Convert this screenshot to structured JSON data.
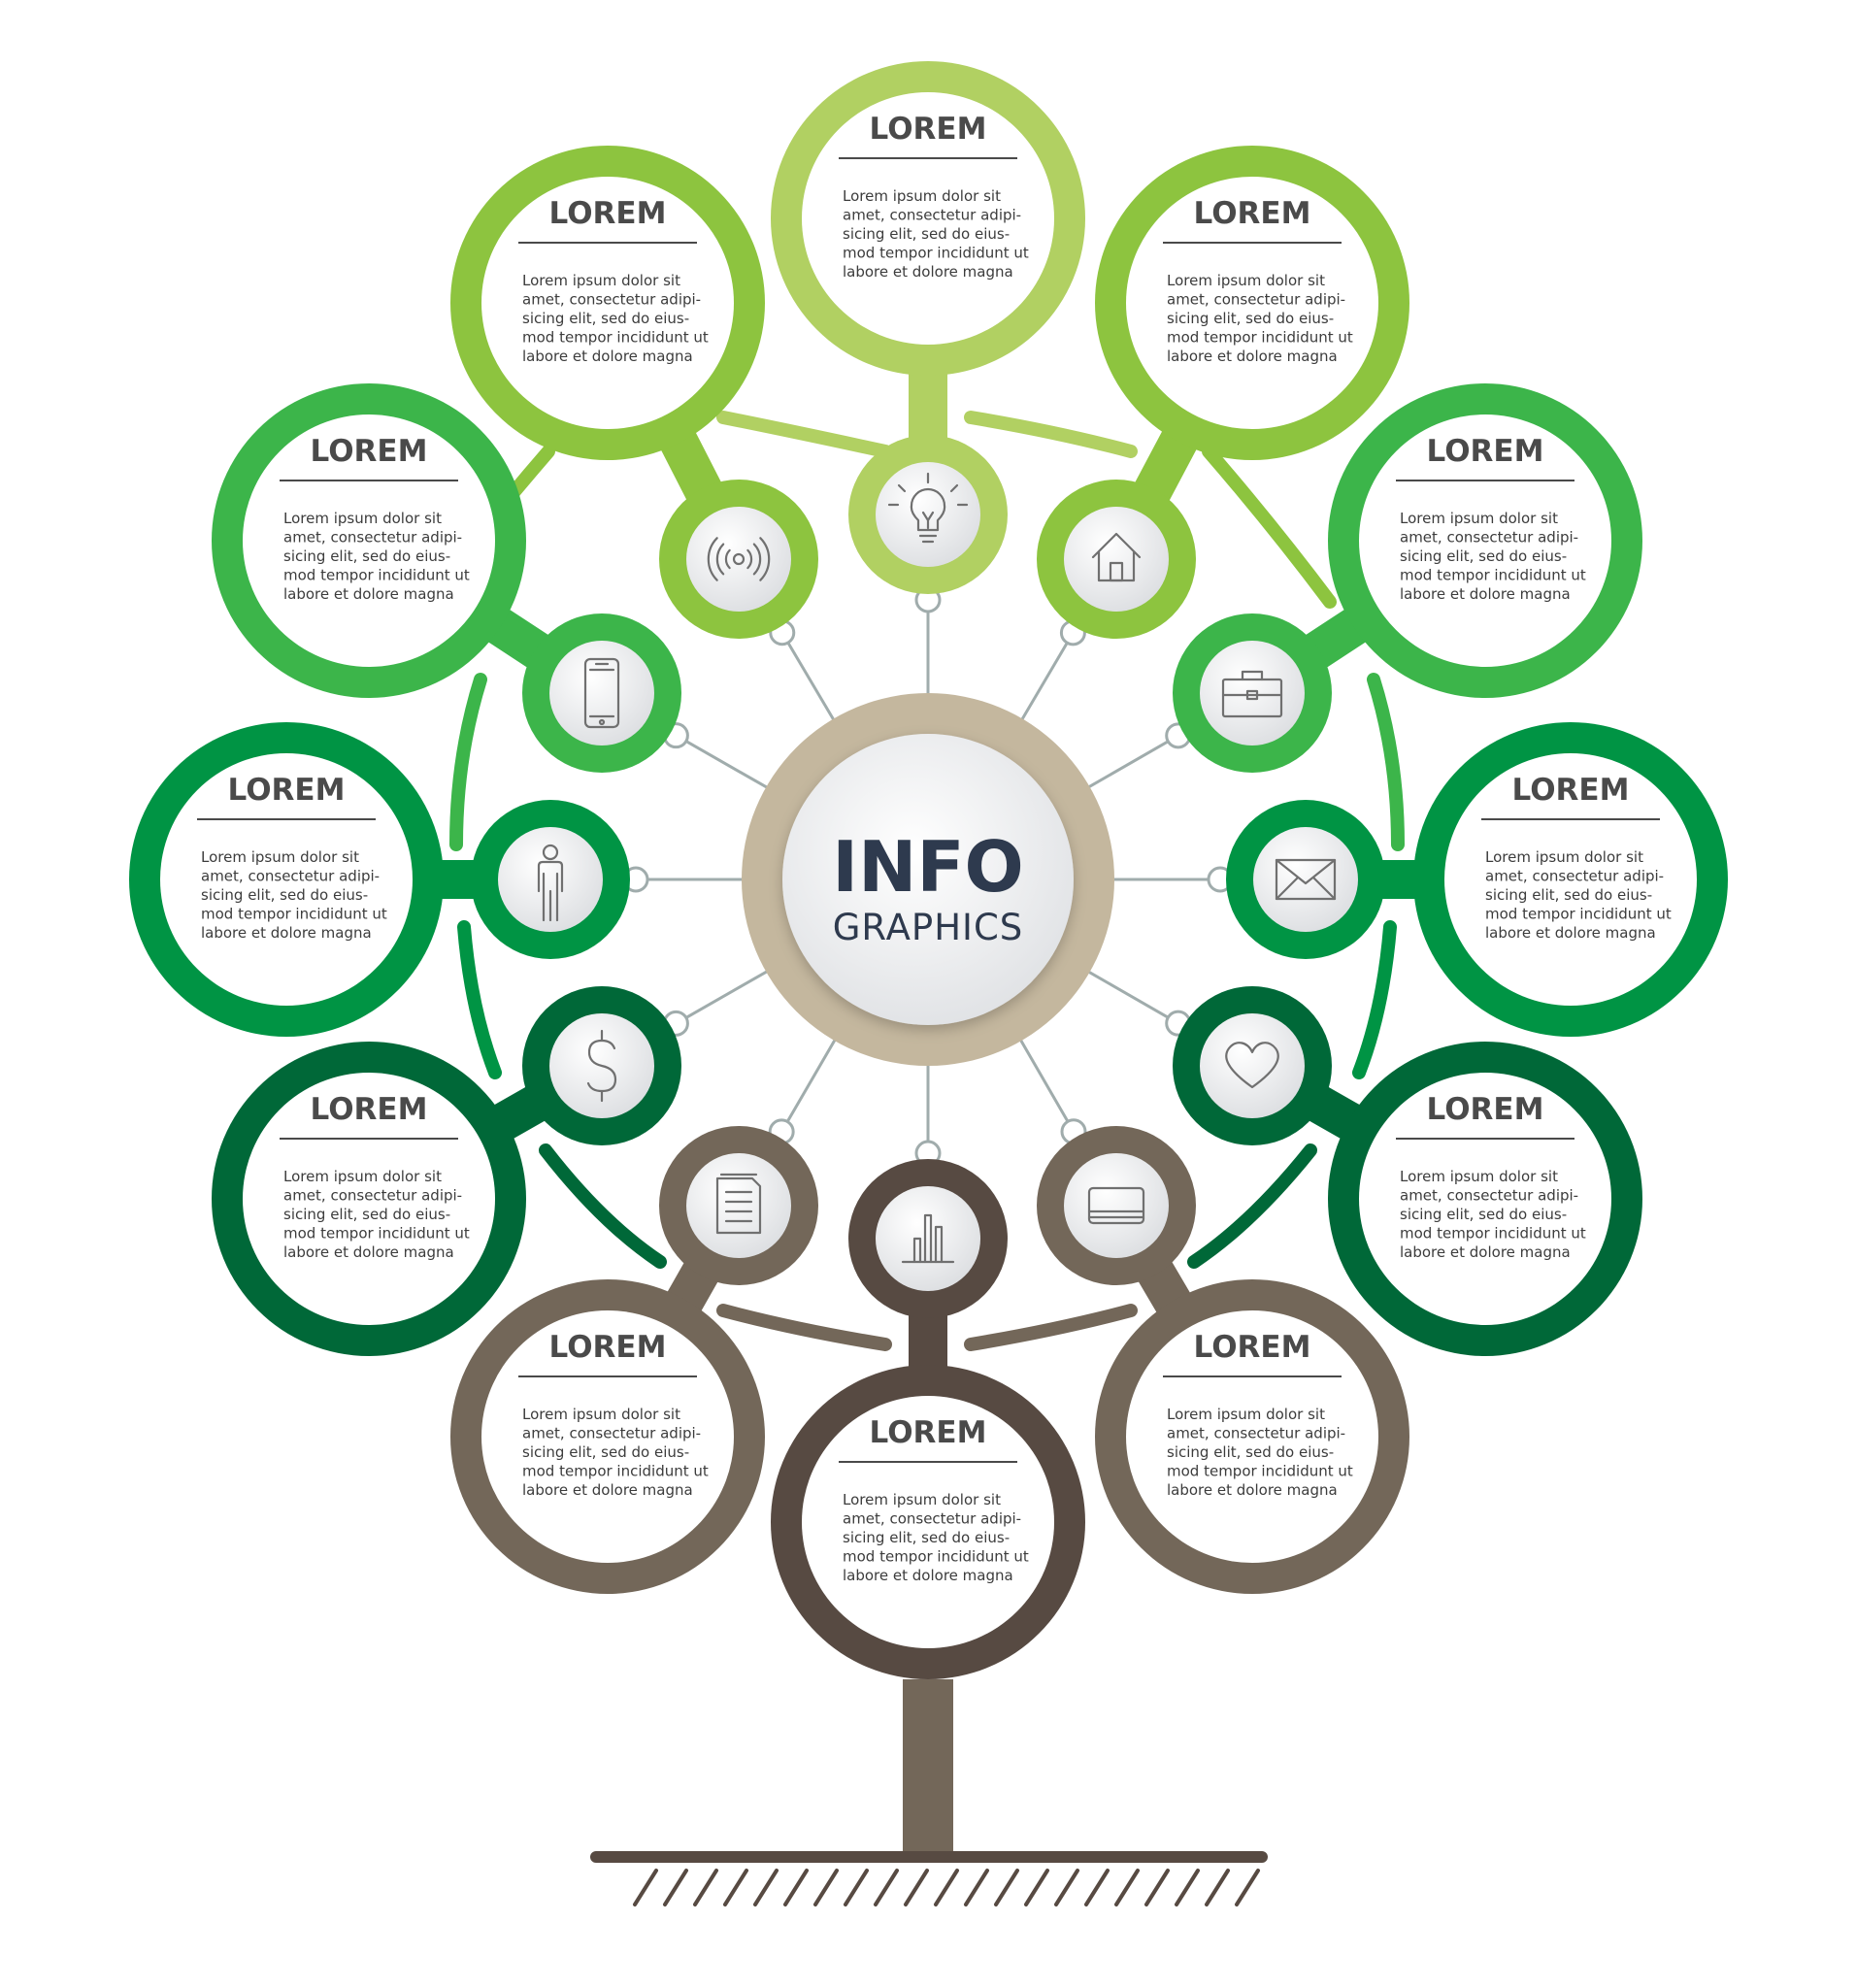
{
  "center": {
    "title": "INFO",
    "subtitle": "GRAPHICS"
  },
  "nodes": [
    {
      "id": "top",
      "title": "LOREM",
      "text": [
        "Lorem ipsum dolor sit",
        "amet, consectetur adipi-",
        "sicing elit, sed do eius-",
        "mod tempor incididunt ut",
        "labore et dolore magna"
      ],
      "icon": "lightbulb-icon",
      "color": "#b1d062"
    },
    {
      "id": "upper-left",
      "title": "LOREM",
      "text": [
        "Lorem ipsum dolor sit",
        "amet, consectetur adipi-",
        "sicing elit, sed do eius-",
        "mod tempor incididunt ut",
        "labore et dolore magna"
      ],
      "icon": "wireless-signal-icon",
      "color": "#8dc43f"
    },
    {
      "id": "upper-right",
      "title": "LOREM",
      "text": [
        "Lorem ipsum dolor sit",
        "amet, consectetur adipi-",
        "sicing elit, sed do eius-",
        "mod tempor incididunt ut",
        "labore et dolore magna"
      ],
      "icon": "home-icon",
      "color": "#8dc43f"
    },
    {
      "id": "mid-upper-left",
      "title": "LOREM",
      "text": [
        "Lorem ipsum dolor sit",
        "amet, consectetur adipi-",
        "sicing elit, sed do eius-",
        "mod tempor incididunt ut",
        "labore et dolore magna"
      ],
      "icon": "smartphone-icon",
      "color": "#3cb54a"
    },
    {
      "id": "mid-upper-right",
      "title": "LOREM",
      "text": [
        "Lorem ipsum dolor sit",
        "amet, consectetur adipi-",
        "sicing elit, sed do eius-",
        "mod tempor incididunt ut",
        "labore et dolore magna"
      ],
      "icon": "briefcase-icon",
      "color": "#3cb54a"
    },
    {
      "id": "middle-left",
      "title": "LOREM",
      "text": [
        "Lorem ipsum dolor sit",
        "amet, consectetur adipi-",
        "sicing elit, sed do eius-",
        "mod tempor incididunt ut",
        "labore et dolore magna"
      ],
      "icon": "person-icon",
      "color": "#009444"
    },
    {
      "id": "middle-right",
      "title": "LOREM",
      "text": [
        "Lorem ipsum dolor sit",
        "amet, consectetur adipi-",
        "sicing elit, sed do eius-",
        "mod tempor incididunt ut",
        "labore et dolore magna"
      ],
      "icon": "envelope-icon",
      "color": "#009444"
    },
    {
      "id": "lower-left",
      "title": "LOREM",
      "text": [
        "Lorem ipsum dolor sit",
        "amet, consectetur adipi-",
        "sicing elit, sed do eius-",
        "mod tempor incididunt ut",
        "labore et dolore magna"
      ],
      "icon": "dollar-icon",
      "color": "#006838"
    },
    {
      "id": "lower-right",
      "title": "LOREM",
      "text": [
        "Lorem ipsum dolor sit",
        "amet, consectetur adipi-",
        "sicing elit, sed do eius-",
        "mod tempor incididunt ut",
        "labore et dolore magna"
      ],
      "icon": "heart-icon",
      "color": "#006838"
    },
    {
      "id": "bottom-left",
      "title": "LOREM",
      "text": [
        "Lorem ipsum dolor sit",
        "amet, consectetur adipi-",
        "sicing elit, sed do eius-",
        "mod tempor incididunt ut",
        "labore et dolore magna"
      ],
      "icon": "document-icon",
      "color": "#736759"
    },
    {
      "id": "bottom-right",
      "title": "LOREM",
      "text": [
        "Lorem ipsum dolor sit",
        "amet, consectetur adipi-",
        "sicing elit, sed do eius-",
        "mod tempor incididunt ut",
        "labore et dolore magna"
      ],
      "icon": "credit-card-icon",
      "color": "#736759"
    },
    {
      "id": "bottom",
      "title": "LOREM",
      "text": [
        "Lorem ipsum dolor sit",
        "amet, consectetur adipi-",
        "sicing elit, sed do eius-",
        "mod tempor incididunt ut",
        "labore et dolore magna"
      ],
      "icon": "bar-chart-icon",
      "color": "#574a42"
    }
  ],
  "colors": {
    "center_ring": "#c4b79e",
    "connector": "#a0acac",
    "trunk": "#736759",
    "ground": "#574a42",
    "icon_fill": "#eceeef",
    "icon_stroke": "#707070"
  }
}
